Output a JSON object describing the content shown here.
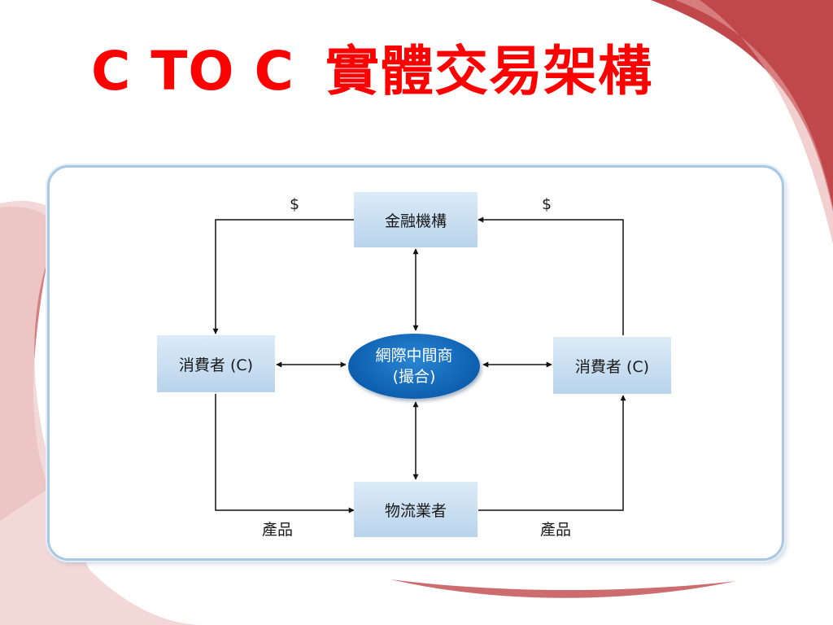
{
  "title": {
    "english": "C TO C",
    "chinese": "實體交易架構"
  },
  "nodes": {
    "financial_institution": "金融機構",
    "consumer_left": "消費者 (C)",
    "consumer_right": "消費者 (C)",
    "intermediary_line1": "網際中間商",
    "intermediary_line2": "(撮合)",
    "logistics": "物流業者"
  },
  "edge_labels": {
    "money_left": "$",
    "money_right": "$",
    "product_left": "產品",
    "product_right": "產品"
  },
  "colors": {
    "title": "#ff0000",
    "node_fill": "#c4dcf0",
    "ellipse_fill": "#0f62b5",
    "panel_border": "#a9c8e4",
    "accent_red": "#c0474a"
  }
}
